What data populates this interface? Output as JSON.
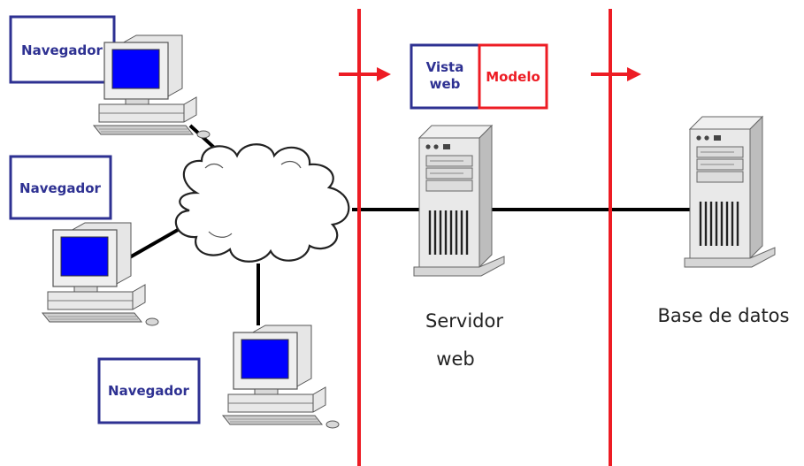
{
  "clients": [
    {
      "label": "Navegador"
    },
    {
      "label": "Navegador"
    },
    {
      "label": "Navegador"
    }
  ],
  "web_server": {
    "vista_line1": "Vista",
    "vista_line2": "web",
    "modelo": "Modelo",
    "caption_line1": "Servidor",
    "caption_line2": "web"
  },
  "database": {
    "caption": "Base de datos"
  },
  "colors": {
    "boundary": "#ed1c24",
    "box_border_blue": "#2e3192",
    "box_border_red": "#ed1c24",
    "monitor_screen": "#0000ff",
    "connector": "#000000"
  },
  "icons": [
    "computer-icon",
    "cloud-icon",
    "server-tower-icon",
    "arrow-right-icon"
  ]
}
